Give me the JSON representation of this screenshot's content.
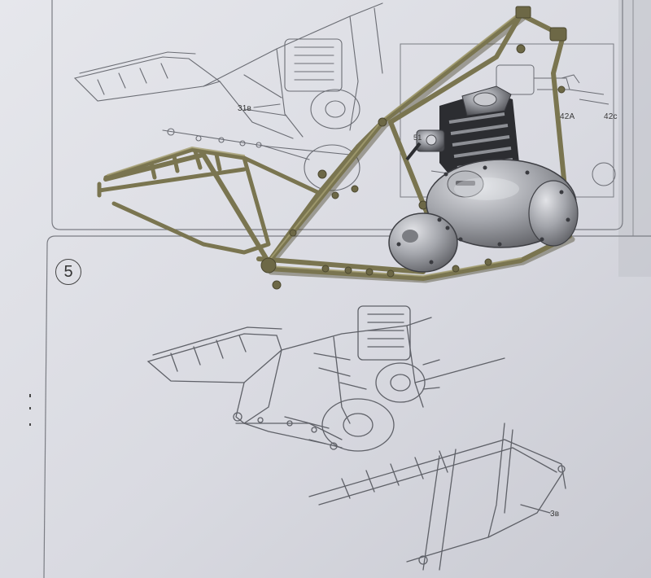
{
  "sheet": {
    "step_number": "5",
    "part_labels": [
      {
        "id": "label-31b",
        "text": "31в"
      },
      {
        "id": "label-42a",
        "text": "42A"
      },
      {
        "id": "label-42c",
        "text": "42c"
      },
      {
        "id": "label-51",
        "text": "51"
      },
      {
        "id": "label-3b",
        "text": "3в"
      }
    ]
  },
  "colors": {
    "paper": "#dfe0e6",
    "paper_shadow": "#c6c7cf",
    "line_art": "#6b6d74",
    "frame_olive": "#7a7550",
    "frame_highlight": "#a59f72",
    "engine_silver": "#9ea0a6",
    "engine_dark": "#2c2d31"
  }
}
